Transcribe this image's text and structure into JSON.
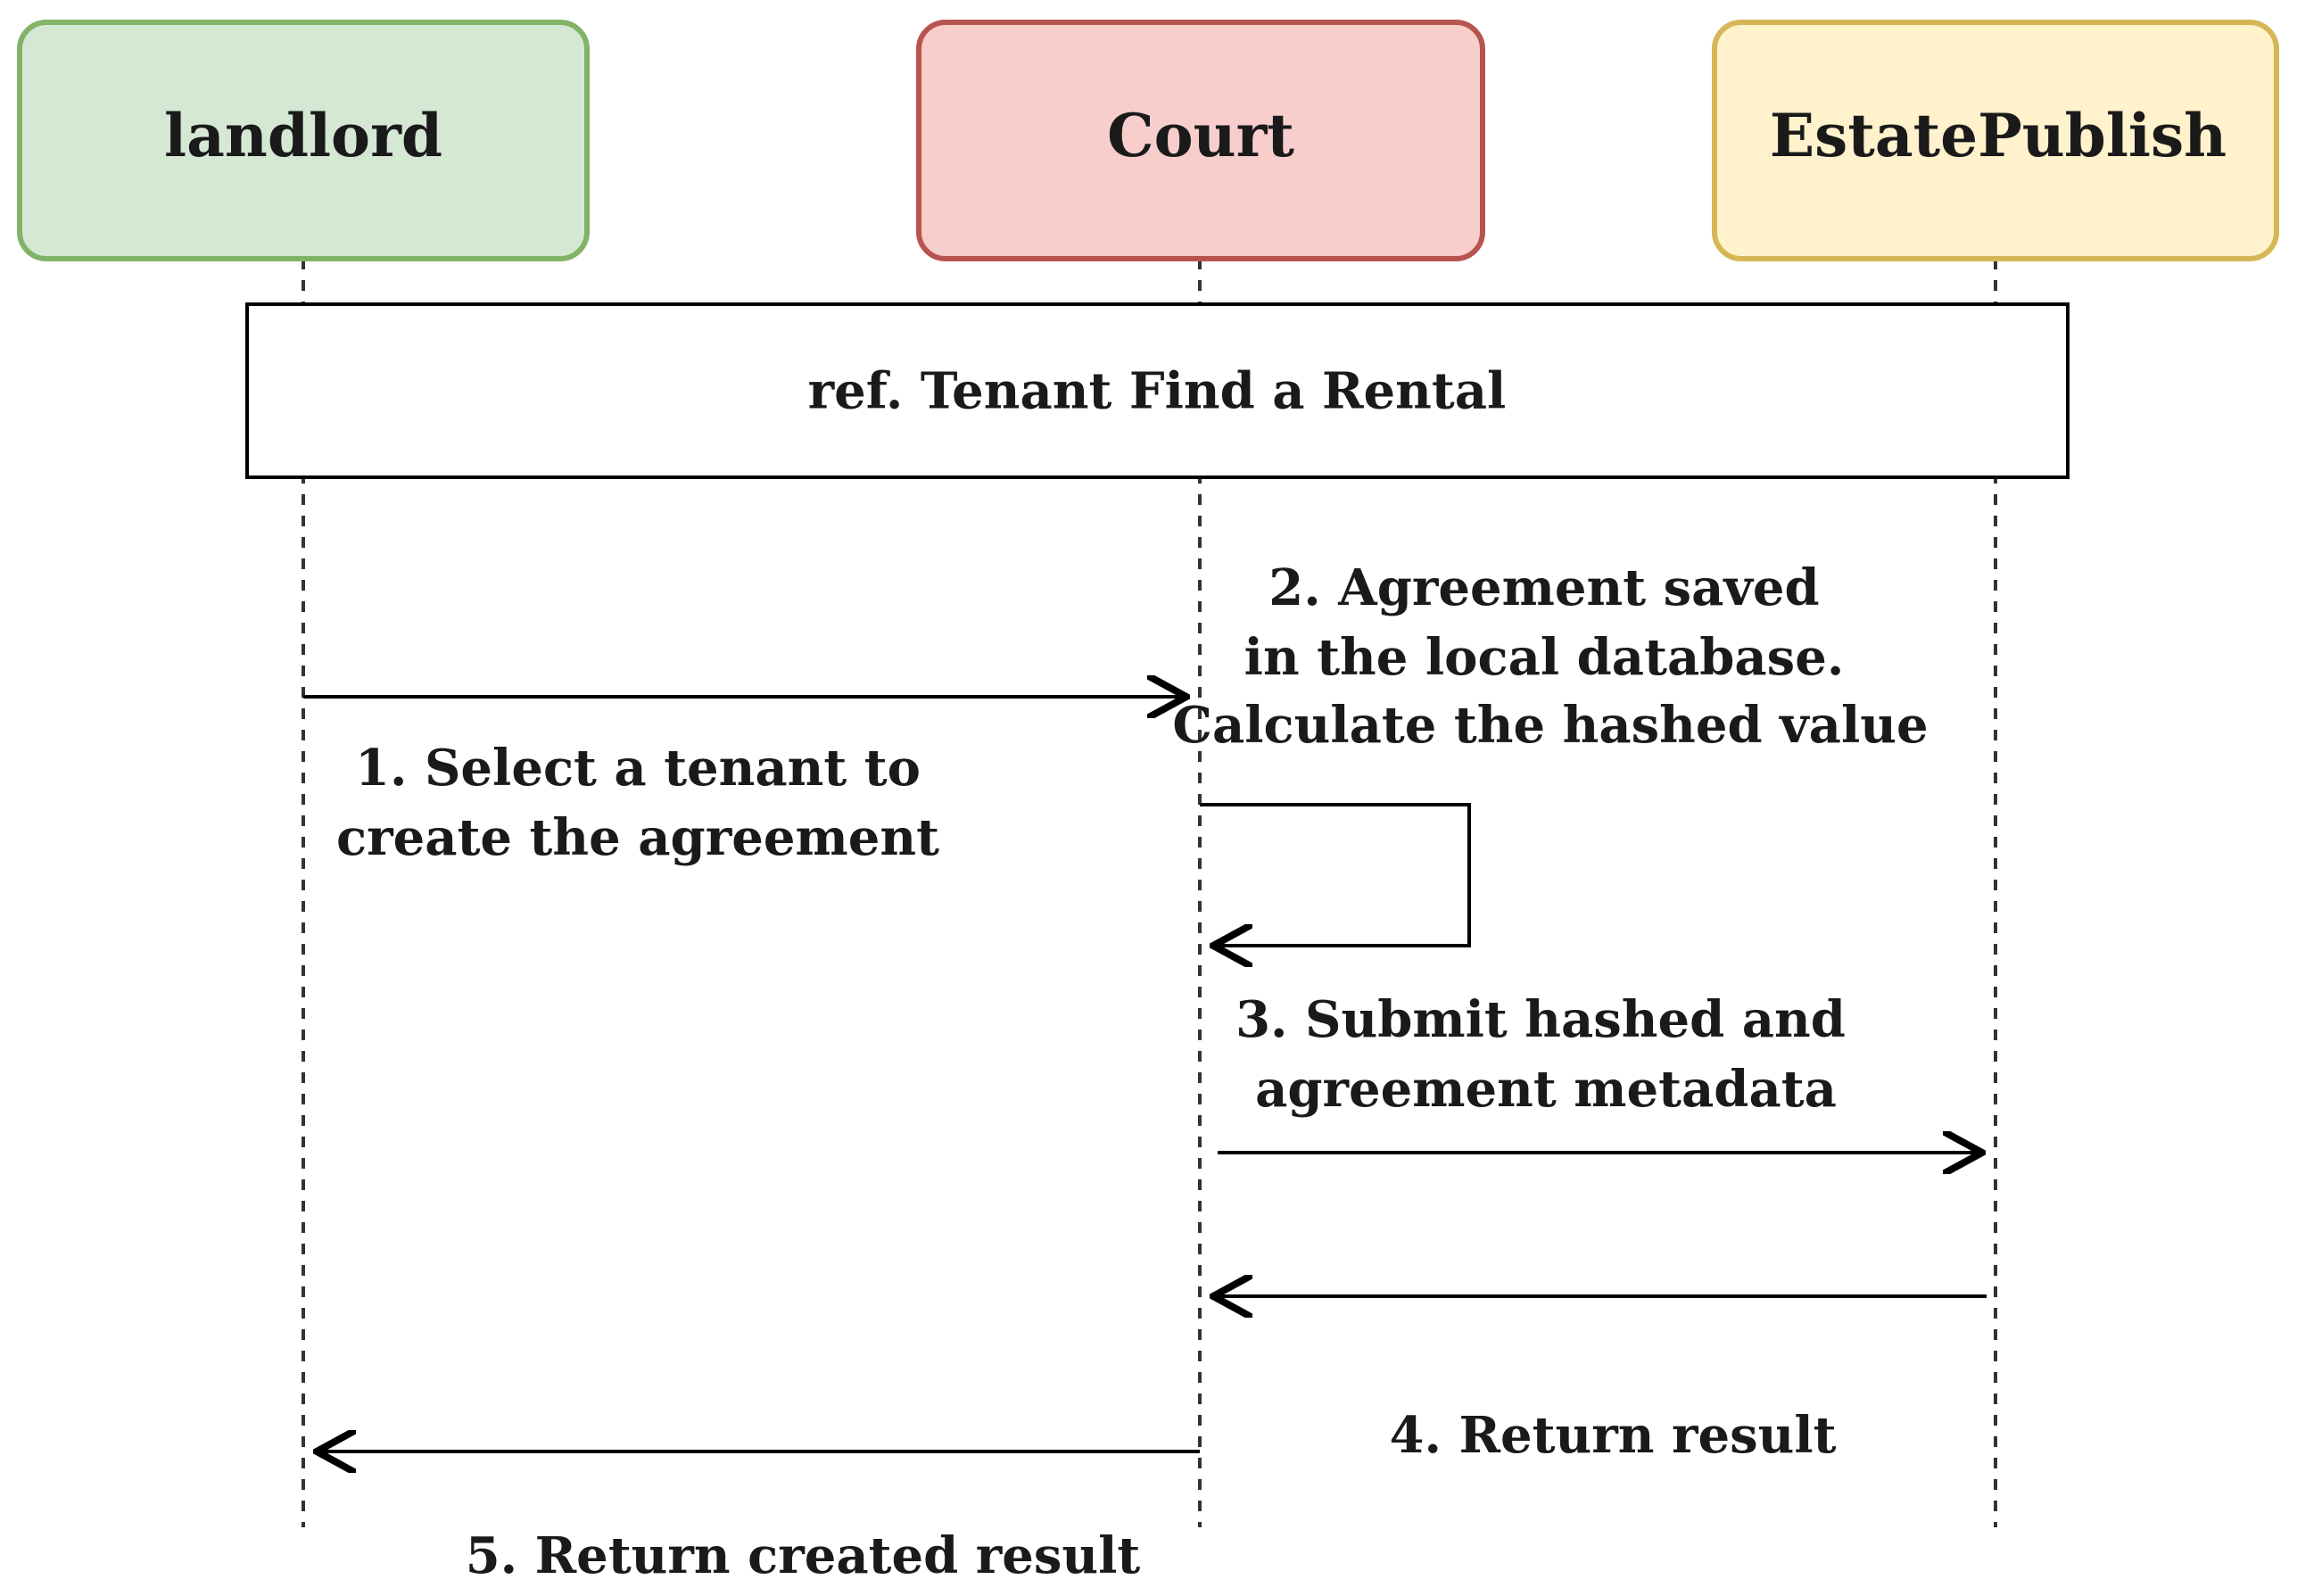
{
  "participants": [
    {
      "id": "landlord",
      "label": "landlord",
      "fill": "#d5e8d4",
      "stroke": "#82b366"
    },
    {
      "id": "court",
      "label": "Court",
      "fill": "#f8cecc",
      "stroke": "#b85450"
    },
    {
      "id": "estatepublish",
      "label": "EstatePublish",
      "fill": "#fff2cc",
      "stroke": "#d6b656"
    }
  ],
  "ref_frame": {
    "label": "ref. Tenant Find a Rental"
  },
  "messages": [
    {
      "id": "m1",
      "from": "landlord",
      "to": "court",
      "lines": [
        "1. Select a tenant to",
        "create the agreement"
      ]
    },
    {
      "id": "m2",
      "from": "court",
      "to": "court",
      "lines": [
        "2. Agreement saved",
        "in the local database.",
        "Calculate the hashed value"
      ]
    },
    {
      "id": "m3",
      "from": "court",
      "to": "estatepublish",
      "lines": [
        "3. Submit hashed and",
        "agreement metadata"
      ]
    },
    {
      "id": "m4",
      "from": "estatepublish",
      "to": "court",
      "lines": [
        "4. Return result"
      ]
    },
    {
      "id": "m5",
      "from": "court",
      "to": "landlord",
      "lines": [
        "5. Return created result"
      ]
    }
  ],
  "colors": {
    "line": "#000000",
    "lifeline": "#333333"
  }
}
